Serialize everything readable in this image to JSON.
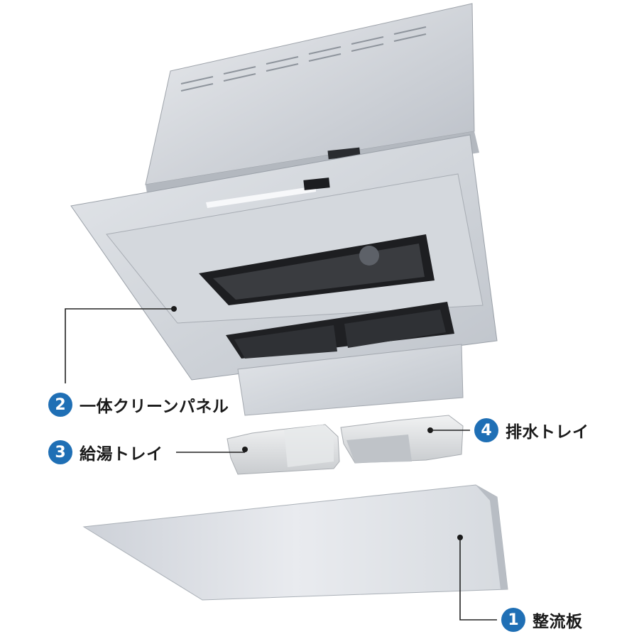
{
  "parts": [
    {
      "number": "2",
      "label": "一体クリーンパネル"
    },
    {
      "number": "3",
      "label": "給湯トレイ"
    },
    {
      "number": "4",
      "label": "排水トレイ"
    },
    {
      "number": "1",
      "label": "整流板"
    }
  ],
  "colors": {
    "badge": "#1f6fb5",
    "leader_line": "#222222",
    "hood_body": "#c9cdd3"
  }
}
